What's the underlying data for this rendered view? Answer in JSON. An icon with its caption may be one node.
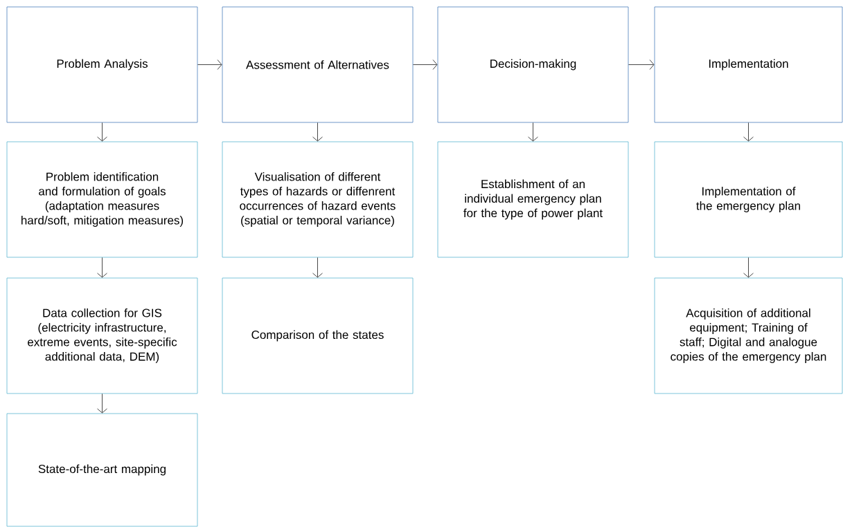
{
  "diagram": {
    "nodes": [
      {
        "text": [
          "Problem Analysis"
        ]
      },
      {
        "text": [
          "Assessment of Alternatives"
        ]
      },
      {
        "text": [
          "Decision-making"
        ]
      },
      {
        "text": [
          "Implementation"
        ]
      },
      {
        "text": [
          "Problem identification and formulation of goals (adaptation measures hard/soft, mitigation measures)"
        ]
      },
      {
        "text": [
          "Data collection for GIS (electricity infrastructure, extreme events, site-specific additional data, DEM)"
        ]
      },
      {
        "text": [
          "State-of-the-art mapping"
        ]
      },
      {
        "text": [
          "Visualisation of different types of hazards or diffenrent occurrences of hazard events (spatial or temporal variance)"
        ]
      },
      {
        "text": [
          "Comparison of the states"
        ]
      },
      {
        "text": [
          "Establishment of an individual emergency plan for the type of power plant"
        ]
      },
      {
        "text": [
          "Implementation of the emergency plan"
        ]
      },
      {
        "text": [
          "Acquisition of additional equipment; Training of staff; Digital and analogue copies of the emergency plan"
        ]
      }
    ],
    "edges": [
      {
        "from": 0,
        "to": 1,
        "arrow": "to"
      },
      {
        "from": 1,
        "to": 2,
        "arrow": "to"
      },
      {
        "from": 2,
        "to": 3,
        "arrow": "to"
      },
      {
        "from": 0,
        "to": 4,
        "arrow": "to"
      },
      {
        "from": 4,
        "to": 5,
        "arrow": "to"
      },
      {
        "from": 5,
        "to": 6,
        "arrow": "to"
      },
      {
        "from": 1,
        "to": 7,
        "arrow": "to"
      },
      {
        "from": 7,
        "to": 8,
        "arrow": "to"
      },
      {
        "from": 2,
        "to": 9,
        "arrow": "to"
      },
      {
        "from": 3,
        "to": 10,
        "arrow": "to"
      },
      {
        "from": 10,
        "to": 11,
        "arrow": "to"
      }
    ]
  }
}
